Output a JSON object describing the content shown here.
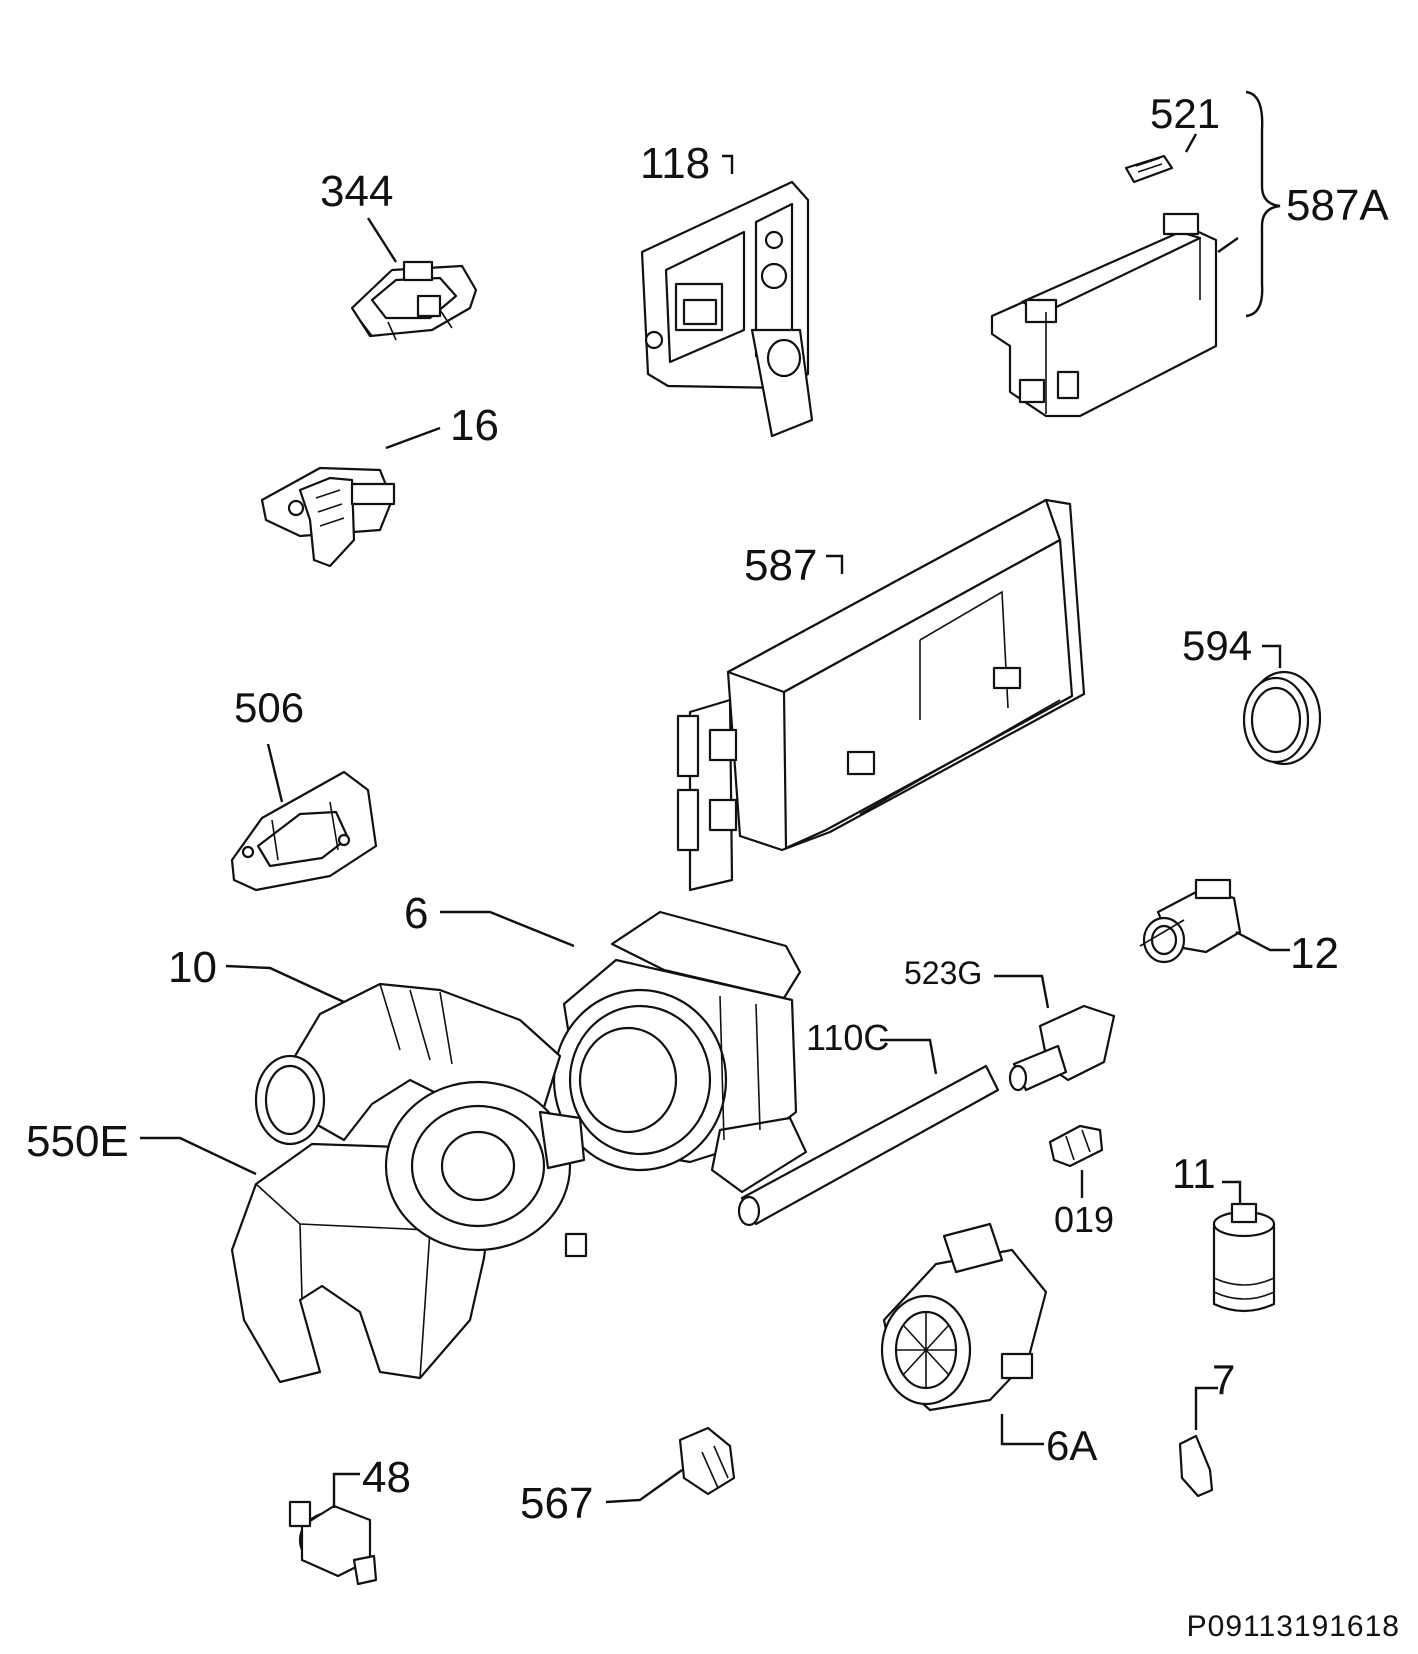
{
  "labels": {
    "p344": "344",
    "p118": "118",
    "p521": "521",
    "p587A": "587A",
    "p16": "16",
    "p587": "587",
    "p594": "594",
    "p506": "506",
    "p6": "6",
    "p10": "10",
    "p523G": "523G",
    "p12": "12",
    "p110C": "110C",
    "p550E": "550E",
    "p019": "019",
    "p11": "11",
    "p7": "7",
    "p6A": "6A",
    "p48": "48",
    "p567": "567"
  },
  "reference_code": "P09113191618"
}
